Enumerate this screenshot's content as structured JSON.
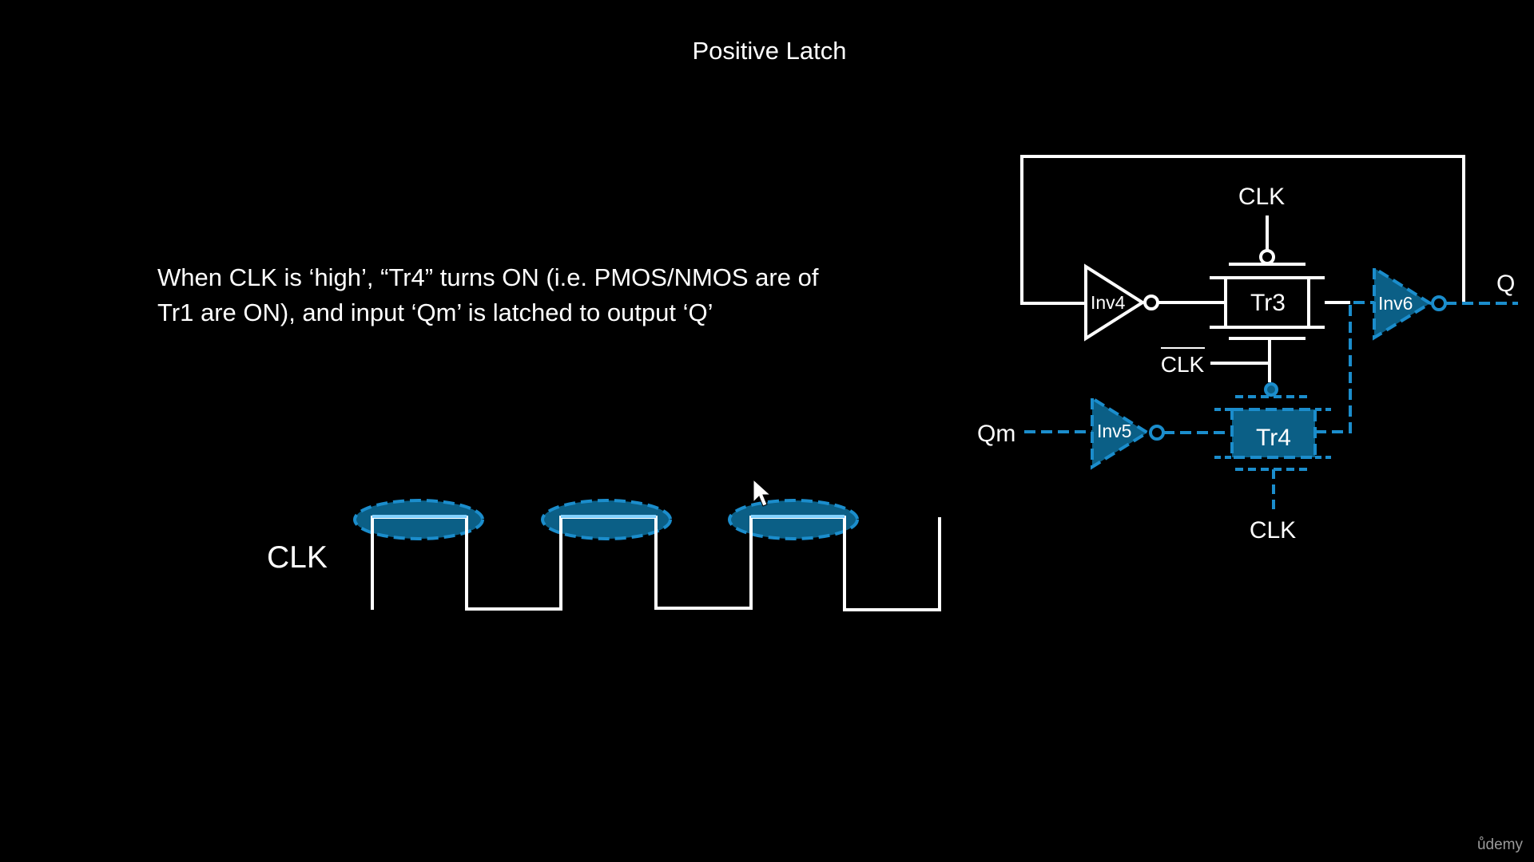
{
  "title": "Positive Latch",
  "caption": {
    "line1": "When CLK is ‘high’, “Tr4” turns ON (i.e. PMOS/NMOS are of",
    "line2": "Tr1 are ON), and input ‘Qm’ is latched to output ‘Q’"
  },
  "waveform": {
    "label": "CLK",
    "highlighted_phase": "high",
    "pulse_count": 3
  },
  "circuit": {
    "inv4": "Inv4",
    "inv5": "Inv5",
    "inv6": "Inv6",
    "tr3": "Tr3",
    "tr4": "Tr4",
    "tr3_gate_top": "CLK",
    "tr3_gate_bottom": "CLK",
    "tr4_gate_bottom": "CLK",
    "input": "Qm",
    "output": "Q"
  },
  "colors": {
    "background": "#000000",
    "wire": "#ffffff",
    "active": "#1b8dcc",
    "active_fill": "#0b5f86",
    "active_light": "#7fd0ff"
  },
  "branding": "ůdemy"
}
